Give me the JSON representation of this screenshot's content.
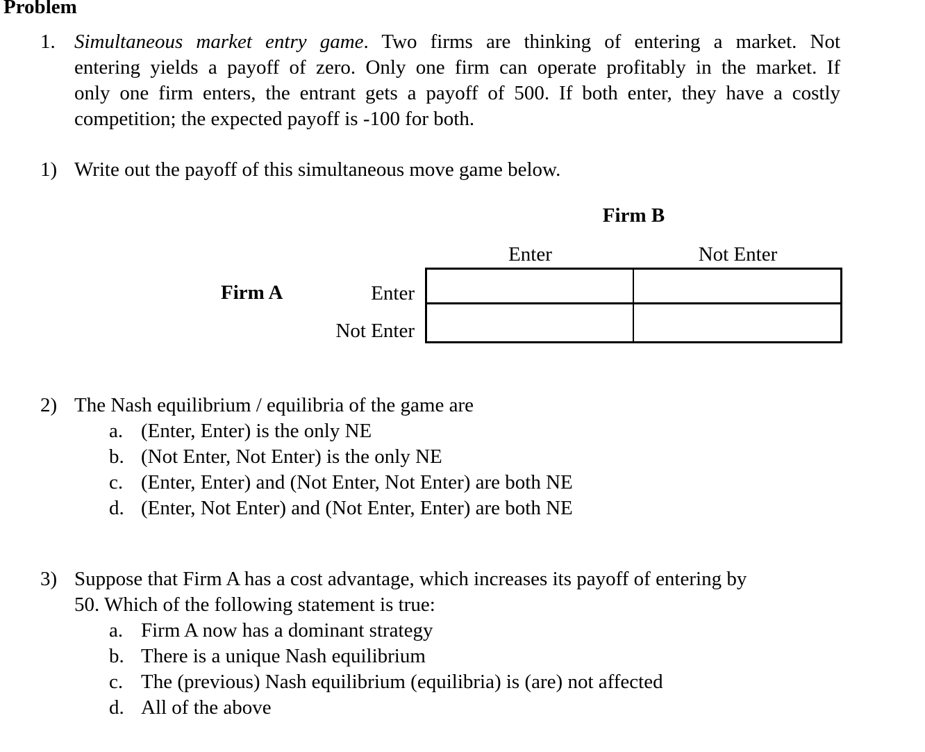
{
  "document": {
    "title": "Problem",
    "problem": {
      "number": "1.",
      "italic_lead": "Simultaneous market entry game",
      "line1_rest": ". Two firms are thinking of entering a market. Not",
      "line2": "entering yields a payoff of zero. Only one firm can operate profitably in the market. If",
      "line3": "only one firm enters, the entrant gets a payoff of 500. If both enter, they have a costly",
      "line4": "competition; the expected payoff is -100 for both."
    },
    "q1": {
      "number": "1)",
      "text": "Write out the payoff of this simultaneous move game below."
    },
    "payoff_matrix": {
      "column_player": "Firm B",
      "row_player": "Firm A",
      "column_headers": [
        "Enter",
        "Not Enter"
      ],
      "row_headers": [
        "Enter",
        "Not Enter"
      ],
      "cells": [
        [
          "",
          ""
        ],
        [
          "",
          ""
        ]
      ]
    },
    "q2": {
      "number": "2)",
      "text": "The Nash equilibrium / equilibria of the game are",
      "options": [
        {
          "letter": "a.",
          "text": "(Enter, Enter) is the only NE"
        },
        {
          "letter": "b.",
          "text": "(Not Enter, Not Enter) is the only NE"
        },
        {
          "letter": "c.",
          "text": "(Enter, Enter) and (Not Enter, Not Enter) are both NE"
        },
        {
          "letter": "d.",
          "text": "(Enter, Not Enter) and (Not Enter, Enter) are both NE"
        }
      ]
    },
    "q3": {
      "number": "3)",
      "line1": "Suppose that Firm A has a cost advantage, which increases its payoff of entering by",
      "line2": "50. Which of the following statement is true:",
      "options": [
        {
          "letter": "a.",
          "text": "Firm A now has a dominant strategy"
        },
        {
          "letter": "b.",
          "text": "There is a unique Nash equilibrium"
        },
        {
          "letter": "c.",
          "text": "The (previous) Nash equilibrium (equilibria) is (are) not affected"
        },
        {
          "letter": "d.",
          "text": "All of the above"
        }
      ]
    }
  }
}
